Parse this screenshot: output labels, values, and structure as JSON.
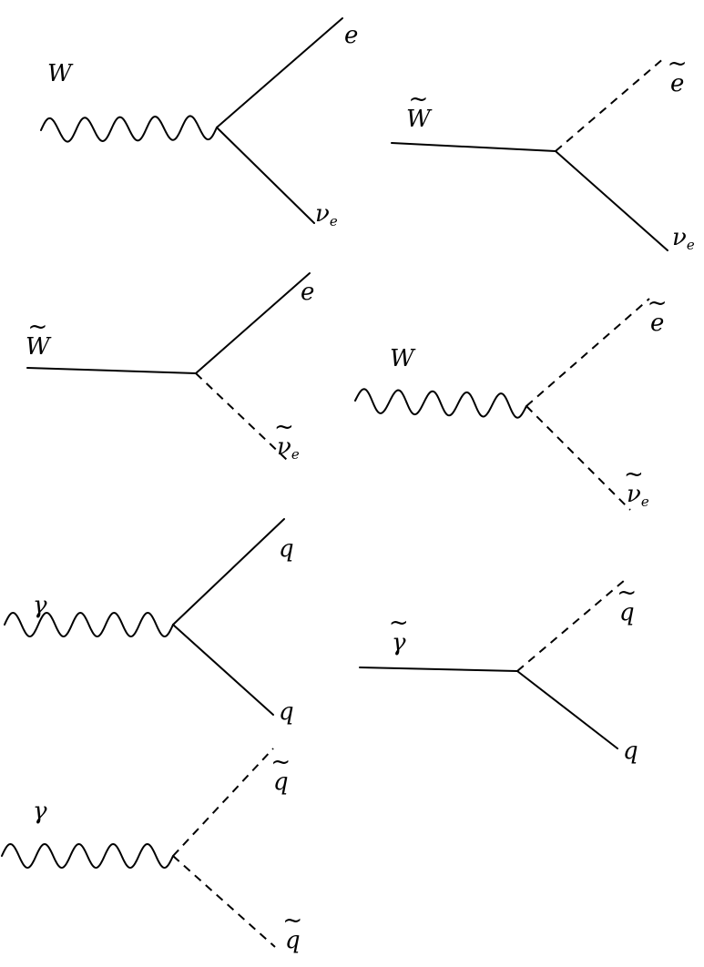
{
  "diagrams": [
    {
      "id": "w-e-nu",
      "lines": [
        "wavy",
        "solid",
        "solid"
      ],
      "labels": {
        "incoming": {
          "base": "W",
          "tilde": false
        },
        "upper": {
          "base": "e",
          "tilde": false
        },
        "lower": {
          "base": "ν",
          "sub": "e",
          "tilde": false
        }
      }
    },
    {
      "id": "wino-se-nu",
      "lines": [
        "solid",
        "dashed",
        "solid"
      ],
      "labels": {
        "incoming": {
          "base": "W",
          "tilde": true
        },
        "upper": {
          "base": "e",
          "tilde": true
        },
        "lower": {
          "base": "ν",
          "sub": "e",
          "tilde": false
        }
      }
    },
    {
      "id": "wino-e-snu",
      "lines": [
        "solid",
        "solid",
        "dashed"
      ],
      "labels": {
        "incoming": {
          "base": "W",
          "tilde": true
        },
        "upper": {
          "base": "e",
          "tilde": false
        },
        "lower": {
          "base": "ν",
          "sub": "e",
          "tilde": true
        }
      }
    },
    {
      "id": "w-se-snu",
      "lines": [
        "wavy",
        "dashed",
        "dashed"
      ],
      "labels": {
        "incoming": {
          "base": "W",
          "tilde": false
        },
        "upper": {
          "base": "e",
          "tilde": true
        },
        "lower": {
          "base": "ν",
          "sub": "e",
          "tilde": true
        }
      }
    },
    {
      "id": "gamma-q-q",
      "lines": [
        "wavy",
        "solid",
        "solid"
      ],
      "labels": {
        "incoming": {
          "base": "γ",
          "tilde": false
        },
        "upper": {
          "base": "q",
          "tilde": false
        },
        "lower": {
          "base": "q",
          "tilde": false
        }
      }
    },
    {
      "id": "photino-sq-q",
      "lines": [
        "solid",
        "dashed",
        "solid"
      ],
      "labels": {
        "incoming": {
          "base": "γ",
          "tilde": true
        },
        "upper": {
          "base": "q",
          "tilde": true
        },
        "lower": {
          "base": "q",
          "tilde": false
        }
      }
    },
    {
      "id": "gamma-sq-sq",
      "lines": [
        "wavy",
        "dashed",
        "dashed"
      ],
      "labels": {
        "incoming": {
          "base": "γ",
          "tilde": false
        },
        "upper": {
          "base": "q",
          "tilde": true
        },
        "lower": {
          "base": "q",
          "tilde": true
        }
      }
    }
  ]
}
